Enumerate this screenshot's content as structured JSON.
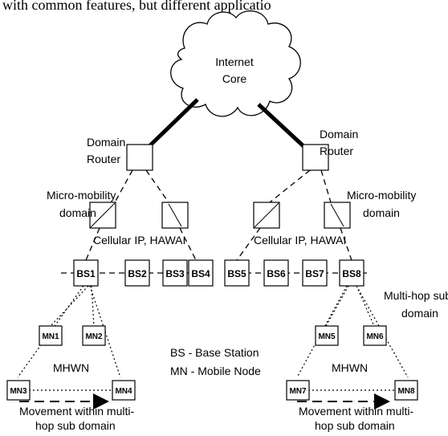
{
  "header_fragment": "with common features, but different applicatio",
  "cloud": {
    "line1": "Internet",
    "line2": "Core"
  },
  "routers": [
    {
      "line1": "Domain",
      "line2": "Router"
    },
    {
      "line1": "Domain",
      "line2": "Router"
    }
  ],
  "micro_domains": [
    {
      "line1": "Micro-mobility",
      "line2": "domain"
    },
    {
      "line1": "Micro-mobility",
      "line2": "domain"
    }
  ],
  "protocol_labels": [
    "Cellular IP, HAWAI",
    "Cellular IP, HAWAI"
  ],
  "base_stations": [
    "BS1",
    "BS2",
    "BS3",
    "BS4",
    "BS5",
    "BS6",
    "BS7",
    "BS8"
  ],
  "mobile_nodes": [
    "MN1",
    "MN2",
    "MN3",
    "MN4",
    "MN5",
    "MN6",
    "MN7",
    "MN8"
  ],
  "mhwn_labels": [
    "MHWN",
    "MHWN"
  ],
  "multi_hop": {
    "line1": "Multi-hop sub",
    "line2": "domain"
  },
  "legend": {
    "bs": "BS - Base Station",
    "mn": "MN - Mobile Node"
  },
  "movement_labels": [
    {
      "line1": "Movement within multi-",
      "line2": "hop sub domain"
    },
    {
      "line1": "Movement within multi-",
      "line2": "hop sub domain"
    }
  ]
}
